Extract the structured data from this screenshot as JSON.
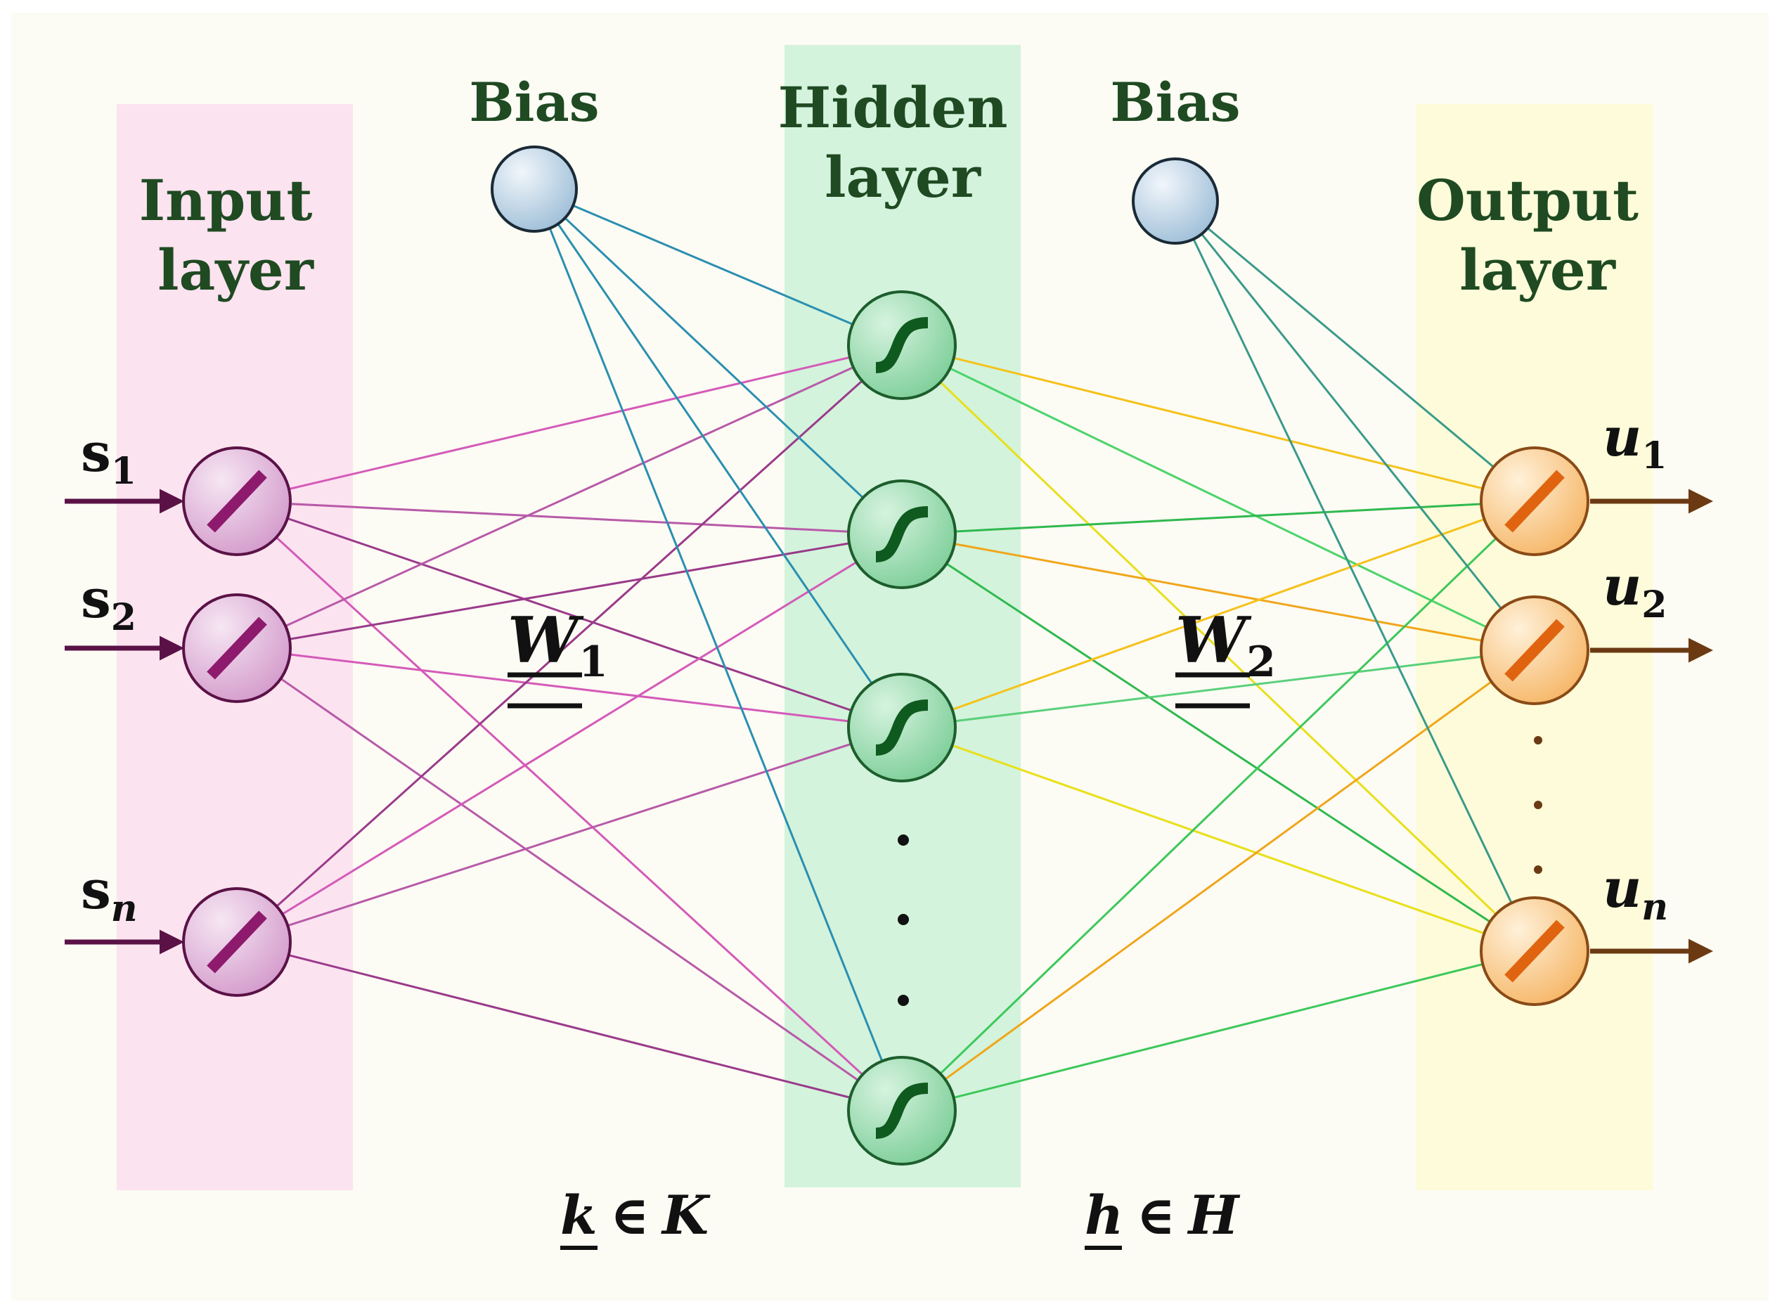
{
  "labels": {
    "input_layer": [
      "Input",
      "layer"
    ],
    "hidden_layer": [
      "Hidden",
      "layer"
    ],
    "output_layer": [
      "Output",
      "layer"
    ],
    "bias_1": "Bias",
    "bias_2": "Bias"
  },
  "weights": {
    "w1": {
      "main": "W",
      "sub": "1"
    },
    "w2": {
      "main": "W",
      "sub": "2"
    }
  },
  "index_sets": {
    "k": {
      "var": "k",
      "symbol": "∈",
      "set": "K"
    },
    "h": {
      "var": "h",
      "symbol": "∈",
      "set": "H"
    }
  },
  "inputs": [
    {
      "main": "s",
      "sub": "1"
    },
    {
      "main": "s",
      "sub": "2"
    },
    {
      "main": "s",
      "sub": "n"
    }
  ],
  "outputs": [
    {
      "main": "u",
      "sub": "1"
    },
    {
      "main": "u",
      "sub": "2"
    },
    {
      "main": "u",
      "sub": "n"
    }
  ],
  "colors": {
    "background": "#fcfbf4",
    "input_band": "#fce3f0",
    "hidden_band": "#d3f3dc",
    "output_band": "#fdfbd9",
    "label_text": "#1f4a22",
    "input_node_fill": "#e3bde0",
    "input_node_mark": "#8e1a6e",
    "hidden_node_fill": "#9fddb4",
    "hidden_node_mark": "#0f5a1e",
    "output_node_fill": "#fcd9a3",
    "output_node_mark": "#e0640f",
    "bias_node_fill": "#c9dbea",
    "input_arrow": "#5a1246",
    "output_arrow": "#6b3a12"
  },
  "node_icons": {
    "input": "linear-activation-icon",
    "hidden": "sigmoid-activation-icon",
    "output": "linear-activation-icon"
  }
}
